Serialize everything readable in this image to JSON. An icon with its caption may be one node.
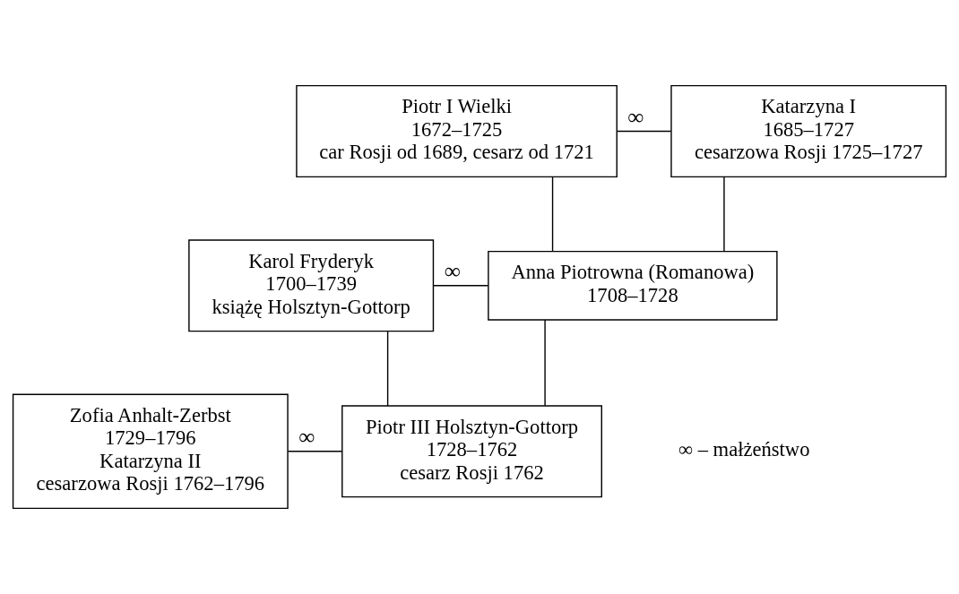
{
  "diagram": {
    "nodes": [
      {
        "text": [
          "Piotr I Wielki",
          "1672–1725",
          "car Rosji od 1689, cesarz od 1721"
        ]
      },
      {
        "text": [
          "Katarzyna I",
          "1685–1727",
          "cesarzowa Rosji 1725–1727"
        ]
      },
      {
        "text": [
          "Karol Fryderyk",
          "1700–1739",
          "książę Holsztyn-Gottorp"
        ]
      },
      {
        "text": [
          "Anna Piotrowna (Romanowa)",
          "1708–1728"
        ]
      },
      {
        "text": [
          "Zofia Anhalt-Zerbst",
          "1729–1796",
          "Katarzyna II",
          "cesarzowa Rosji 1762–1796"
        ]
      },
      {
        "text": [
          "Piotr III Holsztyn-Gottorp",
          "1728–1762",
          "cesarz Rosji 1762"
        ]
      }
    ],
    "edges": [
      {
        "from": 0,
        "to": 1,
        "arrow": "none",
        "label": "∞"
      },
      {
        "from": 0,
        "to": 3,
        "arrow": "none"
      },
      {
        "from": 1,
        "to": 3,
        "arrow": "none"
      },
      {
        "from": 2,
        "to": 3,
        "arrow": "none",
        "label": "∞"
      },
      {
        "from": 2,
        "to": 5,
        "arrow": "none"
      },
      {
        "from": 3,
        "to": 5,
        "arrow": "none"
      },
      {
        "from": 4,
        "to": 5,
        "arrow": "none",
        "label": "∞"
      }
    ],
    "labels": [
      "∞ – małżeństwo"
    ]
  }
}
